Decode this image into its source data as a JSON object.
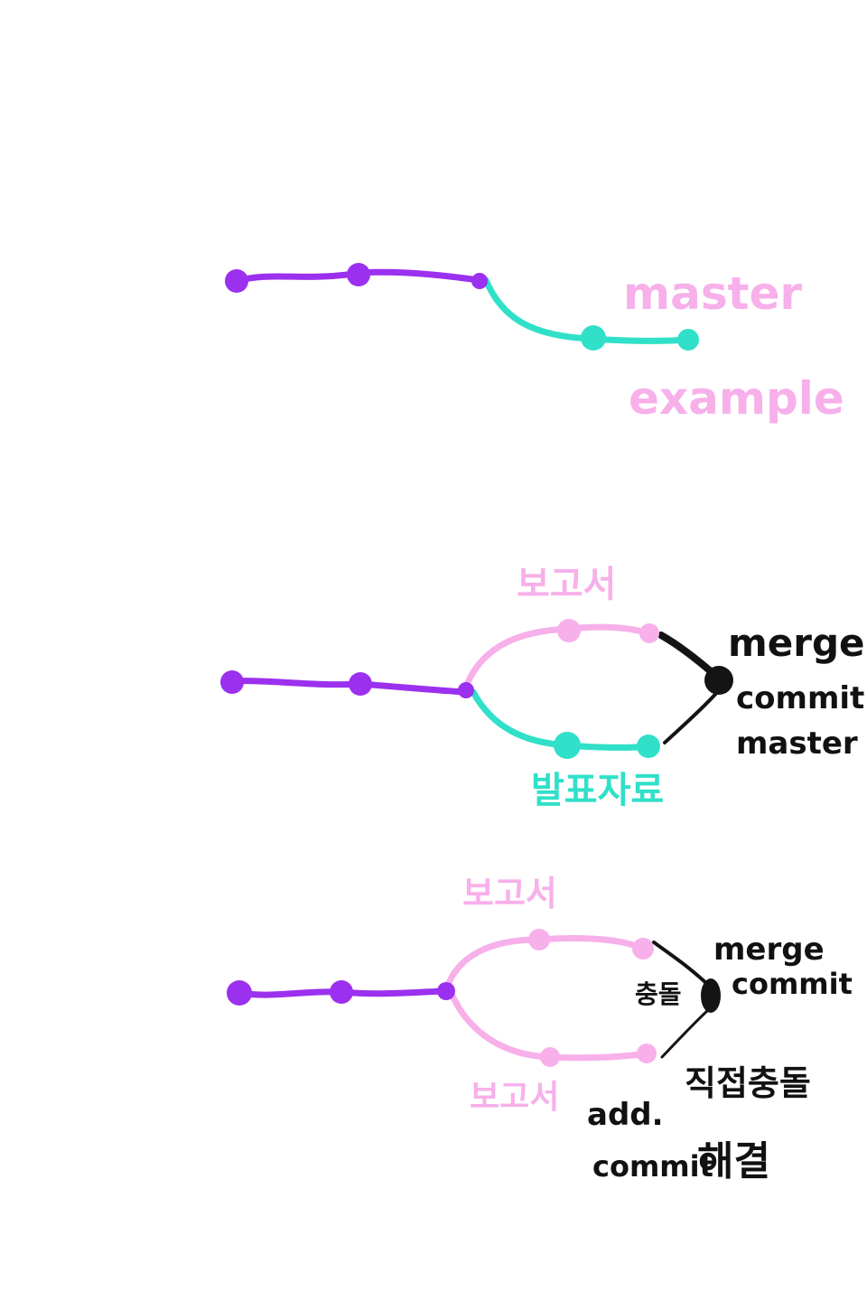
{
  "colors": {
    "main": "#9b30ee",
    "branch_cyan": "#30e0c8",
    "branch_pink": "#f7b0ea",
    "merge": "#141414",
    "label_pink": "#f7b0ea",
    "label_cyan": "#30e0c8",
    "label_black": "#111111"
  },
  "diagram1": {
    "label_master": "master",
    "label_example": "example"
  },
  "diagram2": {
    "label_top_branch": "보고서",
    "label_bottom_branch": "발표자료",
    "label_merge": "merge",
    "label_commit": "commit",
    "label_master": "master"
  },
  "diagram3": {
    "label_top_branch": "보고서",
    "label_bottom_branch": "보고서",
    "label_conflict": "충돌",
    "label_merge": "merge",
    "label_commit": "commit",
    "label_direct_conflict": "직접충돌",
    "label_add": "add.",
    "label_add_commit": "commit",
    "label_resolve": "해결"
  }
}
